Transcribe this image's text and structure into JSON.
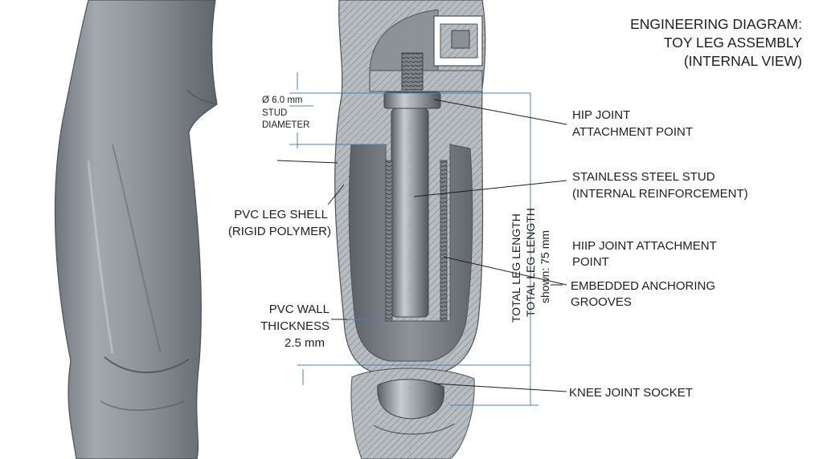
{
  "title": {
    "line1": "ENGINEERING DIAGRAM:",
    "line2": "TOY LEG ASSEMBLY",
    "line3": "(INTERNAL VIEW)"
  },
  "labels": {
    "hip_joint": [
      "HIP JOINT",
      "ATTACHMENT POINT"
    ],
    "steel_stud": [
      "STAINLESS STEEL STUD",
      "(INTERNAL REINFORCEMENT)"
    ],
    "hiip_joint": [
      "HIIP JOINT ATTACHMENT",
      "POINT"
    ],
    "grooves": [
      "EMBEDDED ANCHORING",
      "GROOVES"
    ],
    "knee_socket": "KNEE JOINT SOCKET",
    "pvc_shell": [
      "PVC LEG SHELL",
      "(RIGID POLYMER)"
    ],
    "pvc_wall": [
      "PVC WALL",
      "THICKNESS",
      "2.5 mm"
    ],
    "stud_diameter": [
      "Ø 6.0 mm",
      "STUD",
      "DIAMETER"
    ]
  },
  "dimension": {
    "line1": "TOTAL LEG LENGTH",
    "line2": "TOTAL LEG LENGTH",
    "line3": "shown: 75 mm"
  },
  "colors": {
    "dimension_blue": "#4a7fc0",
    "leg_grey": "#8f959c",
    "steel": "#9aa0a6"
  }
}
